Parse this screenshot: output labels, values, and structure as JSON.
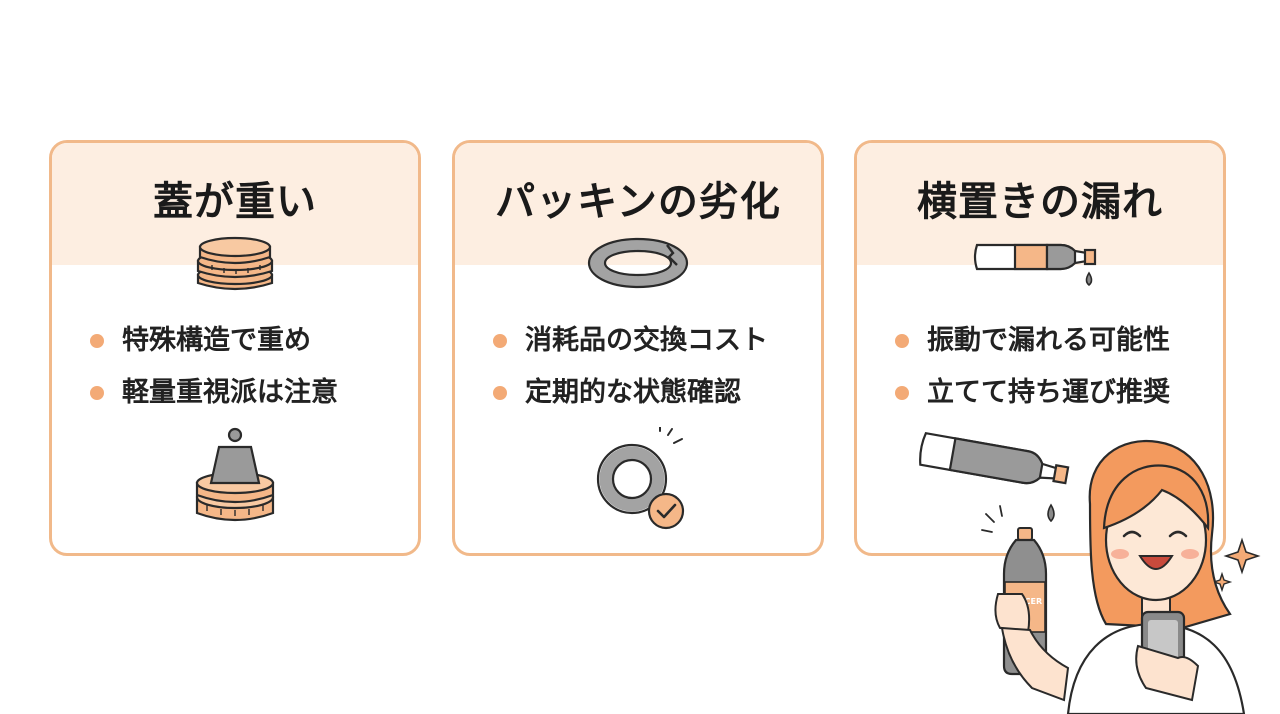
{
  "cards": [
    {
      "title": "蓋が重い",
      "bullets": [
        "特殊構造で重め",
        "軽量重視派は注意"
      ],
      "top_icon": "stacked-cap-icon",
      "bottom_icon": "weight-on-cap-icon"
    },
    {
      "title": "パッキンの劣化",
      "bullets": [
        "消耗品の交換コスト",
        "定期的な状態確認"
      ],
      "top_icon": "cracked-gasket-icon",
      "bottom_icon": "gasket-check-icon"
    },
    {
      "title": "横置きの漏れ",
      "bullets": [
        "振動で漏れる可能性",
        "立てて持ち運び推奨"
      ],
      "top_icon": "leaking-bottle-icon",
      "bottom_icon": "tilted-leaking-bottle-icon"
    }
  ],
  "colors": {
    "accent": "#f3aa76",
    "border": "#f1b98a",
    "header_bg": "#fdeee1",
    "gray": "#9a9a9a",
    "check_green": "#5c9e3c"
  },
  "illustration": {
    "bottle_label_text": "PTYCER"
  }
}
